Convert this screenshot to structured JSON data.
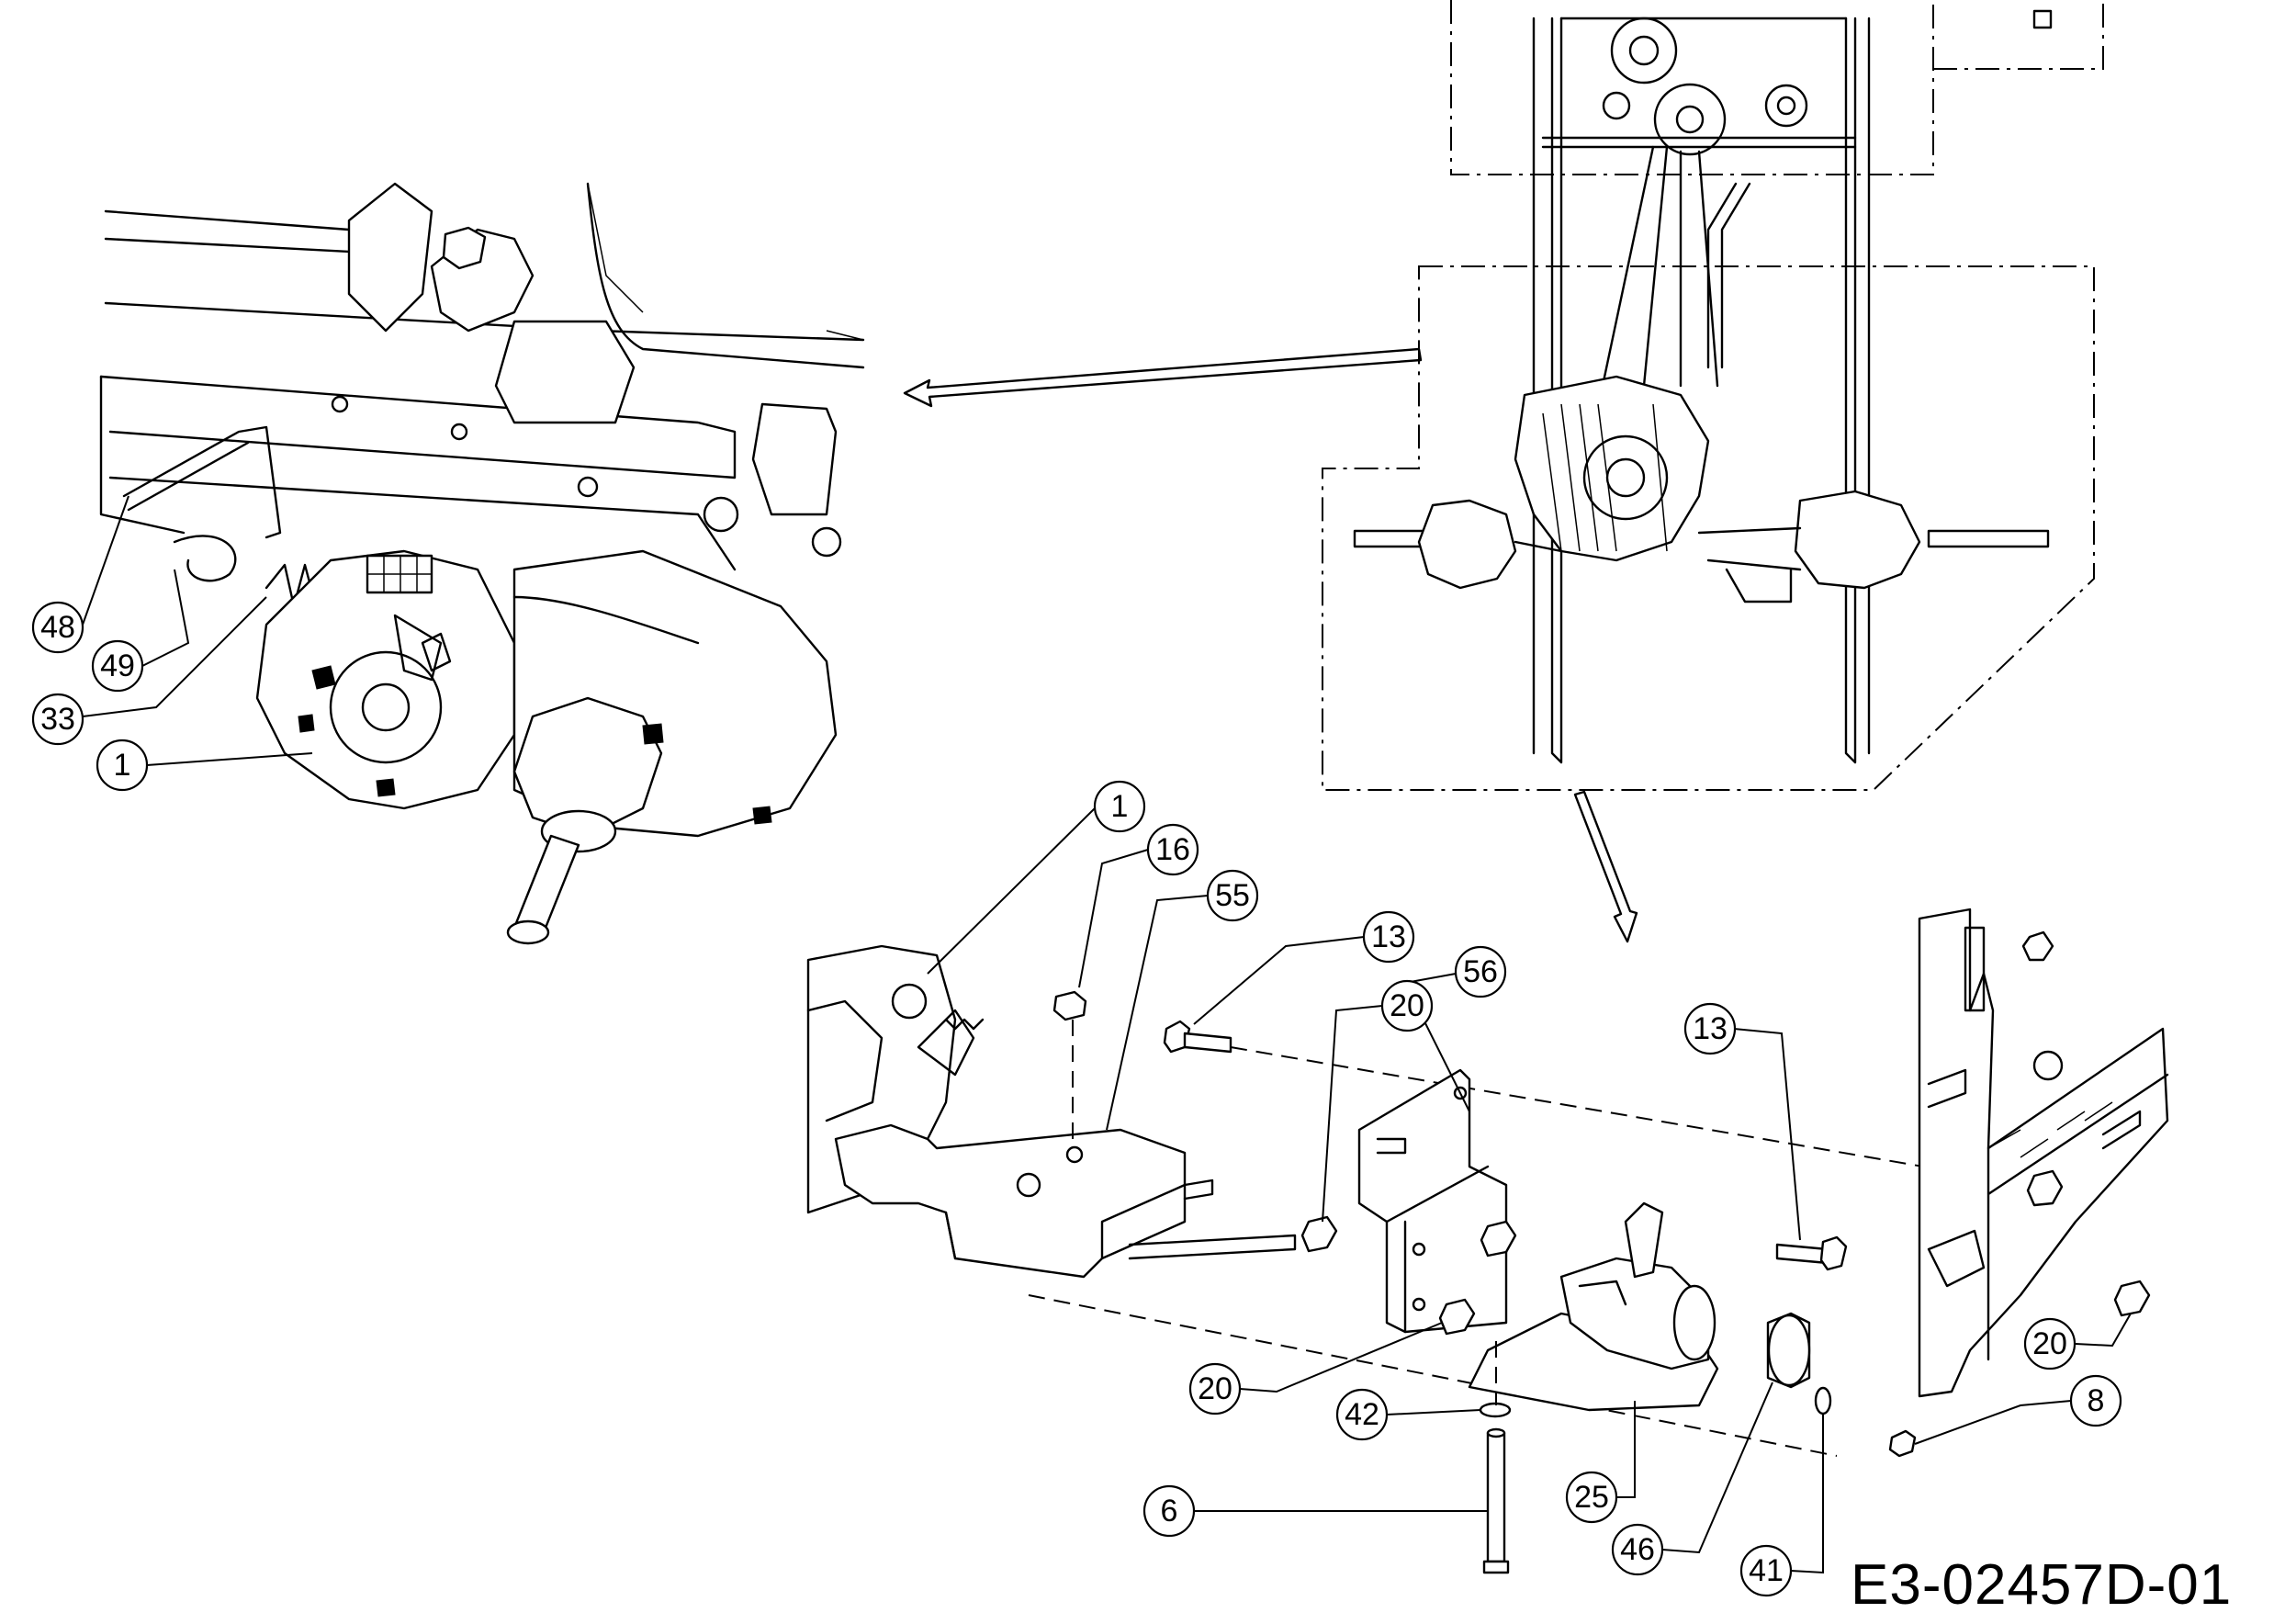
{
  "diagram_code": "E3-02457D-01",
  "callouts": [
    {
      "id": "c48",
      "label": "48"
    },
    {
      "id": "c49",
      "label": "49"
    },
    {
      "id": "c33",
      "label": "33"
    },
    {
      "id": "c1a",
      "label": "1"
    },
    {
      "id": "c1b",
      "label": "1"
    },
    {
      "id": "c16",
      "label": "16"
    },
    {
      "id": "c55",
      "label": "55"
    },
    {
      "id": "c13a",
      "label": "13"
    },
    {
      "id": "c20a",
      "label": "20"
    },
    {
      "id": "c56",
      "label": "56"
    },
    {
      "id": "c13b",
      "label": "13"
    },
    {
      "id": "c20b",
      "label": "20"
    },
    {
      "id": "c20c",
      "label": "20"
    },
    {
      "id": "c8",
      "label": "8"
    },
    {
      "id": "c42",
      "label": "42"
    },
    {
      "id": "c6",
      "label": "6"
    },
    {
      "id": "c25",
      "label": "25"
    },
    {
      "id": "c46",
      "label": "46"
    },
    {
      "id": "c41",
      "label": "41"
    }
  ]
}
